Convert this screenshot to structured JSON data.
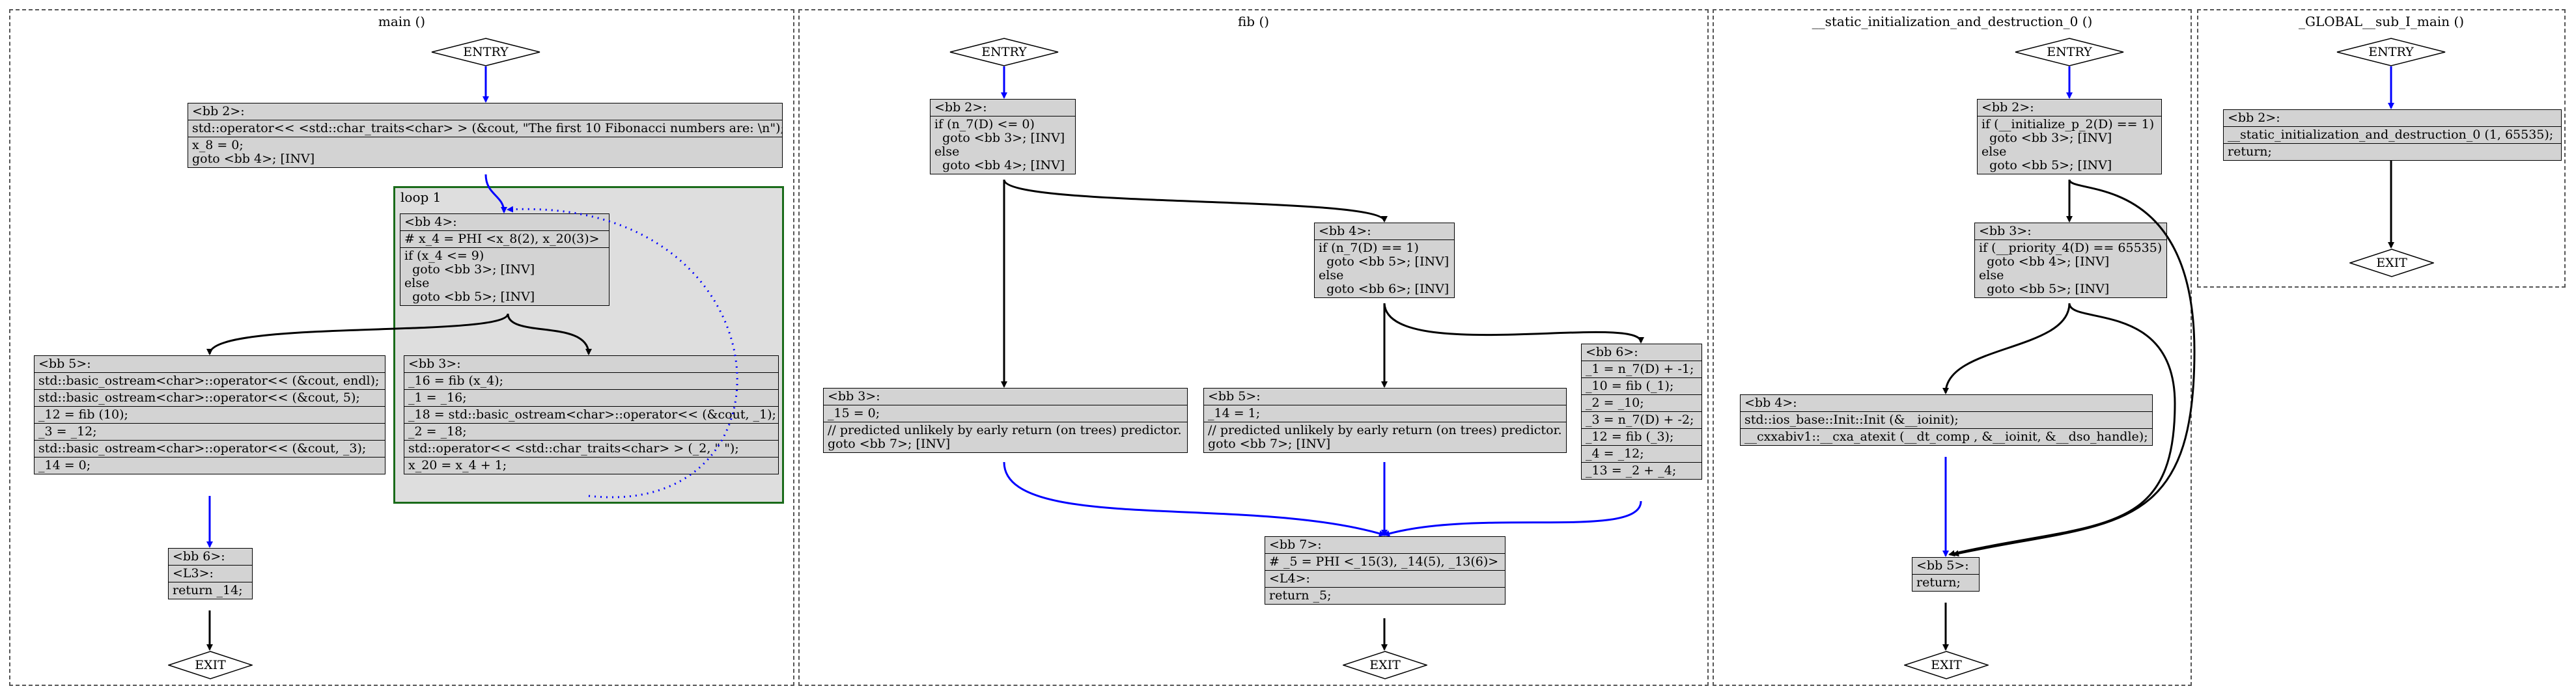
{
  "clusters": {
    "main": "main ()",
    "fib": "fib ()",
    "sid": "__static_initialization_and_destruction_0 ()",
    "glob": "_GLOBAL__sub_I_main ()"
  },
  "loop_label": "loop 1",
  "entry": "ENTRY",
  "exit": "EXIT",
  "main": {
    "bb2": [
      "<bb 2>:",
      "std::operator<< <std::char_traits<char> > (&cout, \"The first 10 Fibonacci numbers are: \\n\");",
      "x_8 = 0;\ngoto <bb 4>; [INV]"
    ],
    "bb4": [
      "<bb 4>:",
      "# x_4 = PHI <x_8(2), x_20(3)>",
      "if (x_4 <= 9)\n  goto <bb 3>; [INV]\nelse\n  goto <bb 5>; [INV]"
    ],
    "bb3": [
      "<bb 3>:",
      "_16 = fib (x_4);",
      "_1 = _16;",
      "_18 = std::basic_ostream<char>::operator<< (&cout, _1);",
      "_2 = _18;",
      "std::operator<< <std::char_traits<char> > (_2, \" \");",
      "x_20 = x_4 + 1;"
    ],
    "bb5": [
      "<bb 5>:",
      "std::basic_ostream<char>::operator<< (&cout, endl);",
      "std::basic_ostream<char>::operator<< (&cout, 5);",
      "_12 = fib (10);",
      "_3 = _12;",
      "std::basic_ostream<char>::operator<< (&cout, _3);",
      "_14 = 0;"
    ],
    "bb6": [
      "<bb 6>:",
      "<L3>:",
      "return _14;"
    ]
  },
  "fib": {
    "bb2": [
      "<bb 2>:",
      "if (n_7(D) <= 0)\n  goto <bb 3>; [INV]\nelse\n  goto <bb 4>; [INV]"
    ],
    "bb4": [
      "<bb 4>:",
      "if (n_7(D) == 1)\n  goto <bb 5>; [INV]\nelse\n  goto <bb 6>; [INV]"
    ],
    "bb3": [
      "<bb 3>:",
      "_15 = 0;",
      "// predicted unlikely by early return (on trees) predictor.\ngoto <bb 7>; [INV]"
    ],
    "bb5": [
      "<bb 5>:",
      "_14 = 1;",
      "// predicted unlikely by early return (on trees) predictor.\ngoto <bb 7>; [INV]"
    ],
    "bb6": [
      "<bb 6>:",
      "_1 = n_7(D) + -1;",
      "_10 = fib (_1);",
      "_2 = _10;",
      "_3 = n_7(D) + -2;",
      "_12 = fib (_3);",
      "_4 = _12;",
      "_13 = _2 + _4;"
    ],
    "bb7": [
      "<bb 7>:",
      "# _5 = PHI <_15(3), _14(5), _13(6)>",
      "<L4>:",
      "return _5;"
    ]
  },
  "sid": {
    "bb2": [
      "<bb 2>:",
      "if (__initialize_p_2(D) == 1)\n  goto <bb 3>; [INV]\nelse\n  goto <bb 5>; [INV]"
    ],
    "bb3": [
      "<bb 3>:",
      "if (__priority_4(D) == 65535)\n  goto <bb 4>; [INV]\nelse\n  goto <bb 5>; [INV]"
    ],
    "bb4": [
      "<bb 4>:",
      "std::ios_base::Init::Init (&__ioinit);",
      "__cxxabiv1::__cxa_atexit (__dt_comp , &__ioinit, &__dso_handle);"
    ],
    "bb5": [
      "<bb 5>:",
      "return;"
    ]
  },
  "glob": {
    "bb2": [
      "<bb 2>:",
      "__static_initialization_and_destruction_0 (1, 65535);",
      "return;"
    ]
  },
  "colors": {
    "edge_blue": "#0000ff",
    "loop_border": "#1a6b1a",
    "node_fill": "#d3d3d3",
    "loop_fill": "#dedede"
  }
}
